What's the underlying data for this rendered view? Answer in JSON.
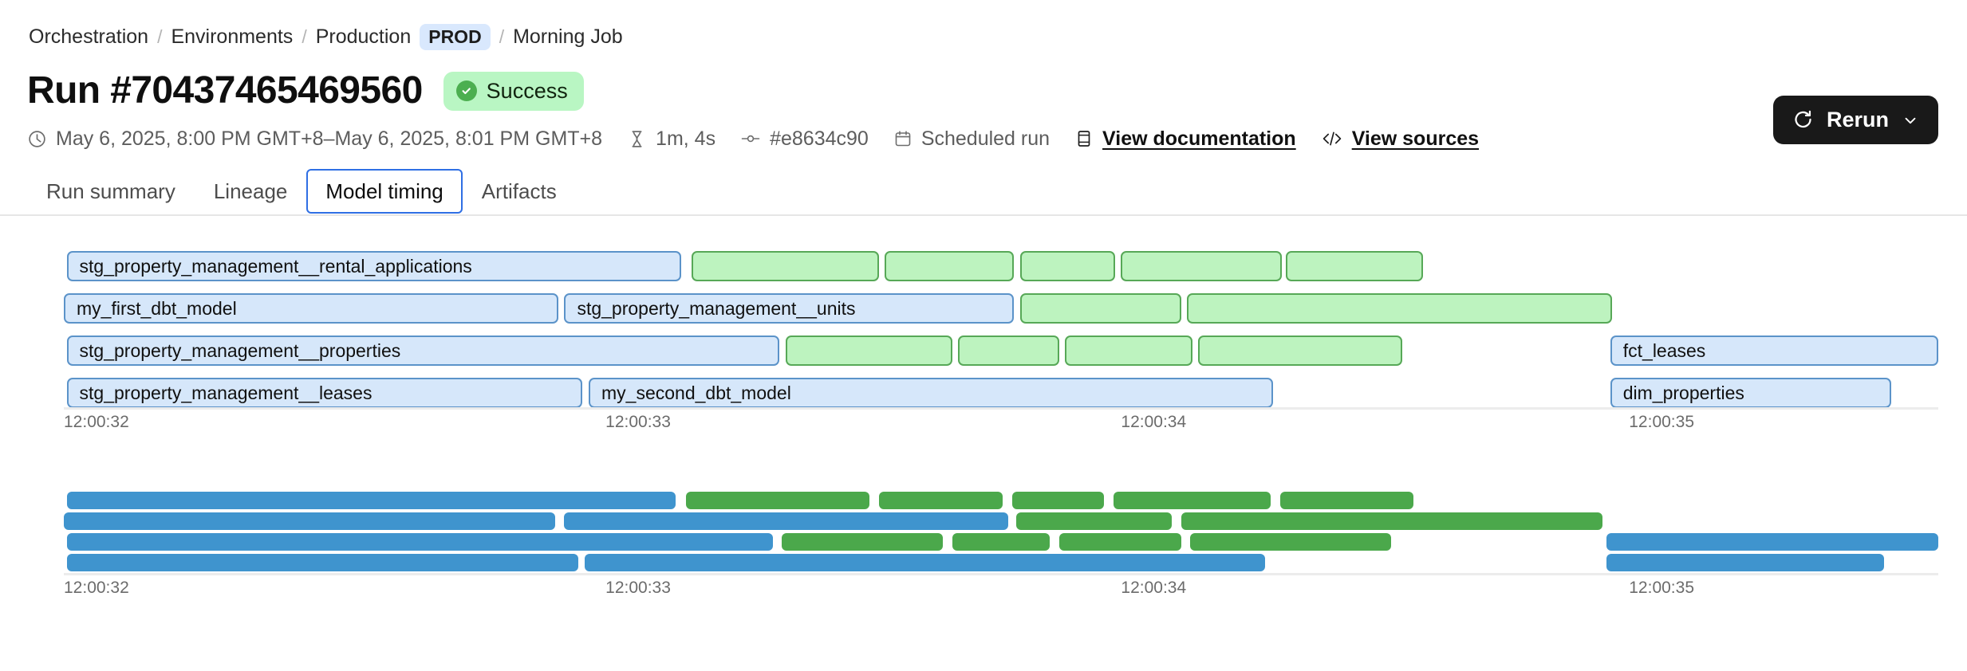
{
  "breadcrumb": {
    "items": [
      {
        "label": "Orchestration",
        "type": "link"
      },
      {
        "label": "Environments",
        "type": "link"
      },
      {
        "label": "Production",
        "type": "link"
      },
      {
        "label": "PROD",
        "type": "badge"
      },
      {
        "label": "Morning Job",
        "type": "current"
      }
    ],
    "separator": "/"
  },
  "header": {
    "title": "Run #70437465469560",
    "status": {
      "label": "Success",
      "icon": "check-circle-icon",
      "bg": "#b9f6c3",
      "icon_color": "#4caf50"
    },
    "rerun": {
      "label": "Rerun",
      "icon": "refresh-icon",
      "caret": "chevron-down-icon",
      "bg": "#191919"
    }
  },
  "meta": {
    "timerange": {
      "icon": "clock-icon",
      "text": "May 6, 2025, 8:00 PM GMT+8–May 6, 2025, 8:01 PM GMT+8"
    },
    "duration": {
      "icon": "hourglass-icon",
      "text": "1m, 4s"
    },
    "commit": {
      "icon": "git-commit-icon",
      "text": "#e8634c90"
    },
    "trigger": {
      "icon": "calendar-icon",
      "text": "Scheduled run"
    },
    "documentation": {
      "icon": "book-icon",
      "text": "View documentation"
    },
    "sources": {
      "icon": "code-icon",
      "text": "View sources"
    }
  },
  "tabs": [
    {
      "label": "Run summary",
      "active": false
    },
    {
      "label": "Lineage",
      "active": false
    },
    {
      "label": "Model timing",
      "active": true
    },
    {
      "label": "Artifacts",
      "active": false
    }
  ],
  "chart_data": [
    {
      "id": "model-timing-labeled",
      "type": "bar",
      "orientation": "horizontal",
      "style": "pale",
      "title": "",
      "xlabel": "",
      "ylabel": "",
      "grid": false,
      "legend": null,
      "axis_ticks": [
        {
          "label": "12:00:32",
          "pos_pct": 0.0
        },
        {
          "label": "12:00:33",
          "pos_pct": 28.9
        },
        {
          "label": "12:00:34",
          "pos_pct": 56.4
        },
        {
          "label": "12:00:35",
          "pos_pct": 83.5
        }
      ],
      "rows": [
        {
          "index": 0,
          "bars": [
            {
              "label": "stg_property_management__rental_applications",
              "color": "pale-blue",
              "start_pct": 0.15,
              "width_pct": 32.8
            },
            {
              "label": "",
              "color": "pale-green",
              "start_pct": 33.5,
              "width_pct": 10.0
            },
            {
              "label": "",
              "color": "pale-green",
              "start_pct": 43.8,
              "width_pct": 6.9
            },
            {
              "label": "",
              "color": "pale-green",
              "start_pct": 51.0,
              "width_pct": 5.1
            },
            {
              "label": "",
              "color": "pale-green",
              "start_pct": 56.4,
              "width_pct": 8.6
            },
            {
              "label": "",
              "color": "pale-green",
              "start_pct": 65.2,
              "width_pct": 7.3
            }
          ]
        },
        {
          "index": 1,
          "bars": [
            {
              "label": "my_first_dbt_model",
              "color": "pale-blue",
              "start_pct": 0.0,
              "width_pct": 26.4
            },
            {
              "label": "stg_property_management__units",
              "color": "pale-blue",
              "start_pct": 26.7,
              "width_pct": 24.0
            },
            {
              "label": "",
              "color": "pale-green",
              "start_pct": 51.0,
              "width_pct": 8.6
            },
            {
              "label": "",
              "color": "pale-green",
              "start_pct": 59.9,
              "width_pct": 22.7
            }
          ]
        },
        {
          "index": 2,
          "bars": [
            {
              "label": "stg_property_management__properties",
              "color": "pale-blue",
              "start_pct": 0.15,
              "width_pct": 38.0
            },
            {
              "label": "",
              "color": "pale-green",
              "start_pct": 38.5,
              "width_pct": 8.9
            },
            {
              "label": "",
              "color": "pale-green",
              "start_pct": 47.7,
              "width_pct": 5.4
            },
            {
              "label": "",
              "color": "pale-green",
              "start_pct": 53.4,
              "width_pct": 6.8
            },
            {
              "label": "",
              "color": "pale-green",
              "start_pct": 60.5,
              "width_pct": 10.9
            },
            {
              "label": "fct_leases",
              "color": "pale-blue",
              "start_pct": 82.5,
              "width_pct": 17.5
            }
          ]
        },
        {
          "index": 3,
          "bars": [
            {
              "label": "stg_property_management__leases",
              "color": "pale-blue",
              "start_pct": 0.15,
              "width_pct": 27.5
            },
            {
              "label": "my_second_dbt_model",
              "color": "pale-blue",
              "start_pct": 28.0,
              "width_pct": 36.5
            },
            {
              "label": "dim_properties",
              "color": "pale-blue",
              "start_pct": 82.5,
              "width_pct": 15.0
            }
          ]
        }
      ]
    },
    {
      "id": "model-timing-solid",
      "type": "bar",
      "orientation": "horizontal",
      "style": "solid",
      "title": "",
      "xlabel": "",
      "ylabel": "",
      "grid": false,
      "legend": null,
      "axis_ticks": [
        {
          "label": "12:00:32",
          "pos_pct": 0.0
        },
        {
          "label": "12:00:33",
          "pos_pct": 28.9
        },
        {
          "label": "12:00:34",
          "pos_pct": 56.4
        },
        {
          "label": "12:00:35",
          "pos_pct": 83.5
        }
      ],
      "rows": [
        {
          "index": 0,
          "bars": [
            {
              "label": "",
              "color": "solid-blue",
              "start_pct": 0.15,
              "width_pct": 32.5
            },
            {
              "label": "",
              "color": "solid-green",
              "start_pct": 33.2,
              "width_pct": 9.8
            },
            {
              "label": "",
              "color": "solid-green",
              "start_pct": 43.5,
              "width_pct": 6.6
            },
            {
              "label": "",
              "color": "solid-green",
              "start_pct": 50.6,
              "width_pct": 4.9
            },
            {
              "label": "",
              "color": "solid-green",
              "start_pct": 56.0,
              "width_pct": 8.4
            },
            {
              "label": "",
              "color": "solid-green",
              "start_pct": 64.9,
              "width_pct": 7.1
            }
          ]
        },
        {
          "index": 1,
          "bars": [
            {
              "label": "",
              "color": "solid-blue",
              "start_pct": 0.0,
              "width_pct": 26.2
            },
            {
              "label": "",
              "color": "solid-blue",
              "start_pct": 26.7,
              "width_pct": 23.7
            },
            {
              "label": "",
              "color": "solid-green",
              "start_pct": 50.8,
              "width_pct": 8.3
            },
            {
              "label": "",
              "color": "solid-green",
              "start_pct": 59.6,
              "width_pct": 22.5
            }
          ]
        },
        {
          "index": 2,
          "bars": [
            {
              "label": "",
              "color": "solid-blue",
              "start_pct": 0.15,
              "width_pct": 37.7
            },
            {
              "label": "",
              "color": "solid-green",
              "start_pct": 38.3,
              "width_pct": 8.6
            },
            {
              "label": "",
              "color": "solid-green",
              "start_pct": 47.4,
              "width_pct": 5.2
            },
            {
              "label": "",
              "color": "solid-green",
              "start_pct": 53.1,
              "width_pct": 6.5
            },
            {
              "label": "",
              "color": "solid-green",
              "start_pct": 60.1,
              "width_pct": 10.7
            },
            {
              "label": "",
              "color": "solid-blue",
              "start_pct": 82.3,
              "width_pct": 17.7
            }
          ]
        },
        {
          "index": 3,
          "bars": [
            {
              "label": "",
              "color": "solid-blue",
              "start_pct": 0.15,
              "width_pct": 27.3
            },
            {
              "label": "",
              "color": "solid-blue",
              "start_pct": 27.8,
              "width_pct": 36.3
            },
            {
              "label": "",
              "color": "solid-blue",
              "start_pct": 82.3,
              "width_pct": 14.8
            }
          ]
        }
      ]
    }
  ]
}
